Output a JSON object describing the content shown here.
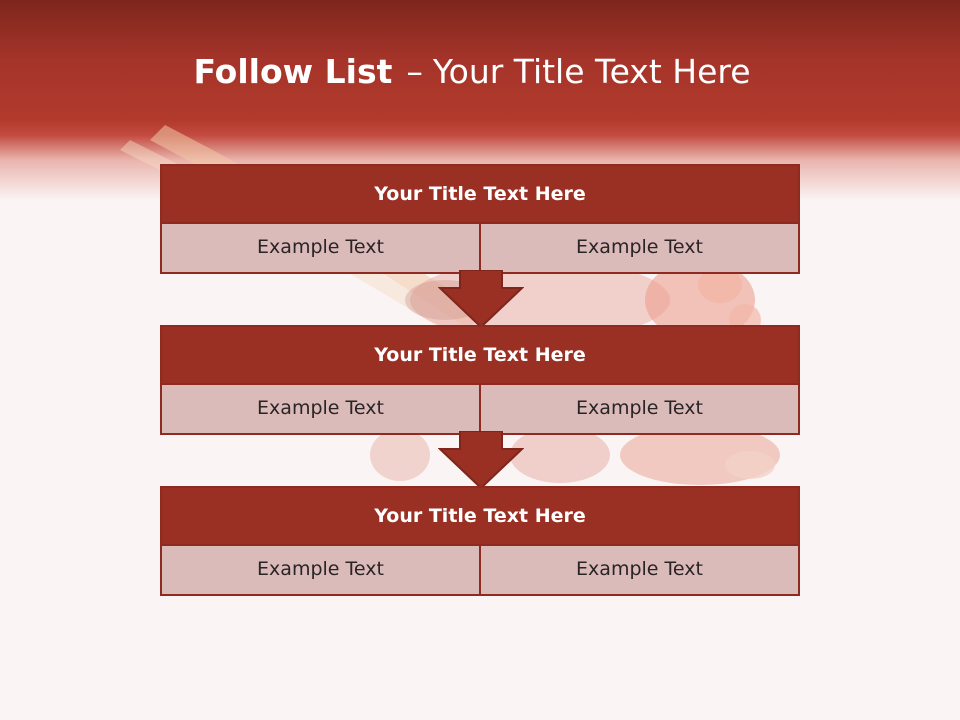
{
  "slide": {
    "title_bold": "Follow List",
    "title_sep": "–",
    "title_rest": "Your Title Text Here"
  },
  "blocks": [
    {
      "title": "Your Title Text Here",
      "left": "Example Text",
      "right": "Example Text"
    },
    {
      "title": "Your Title Text Here",
      "left": "Example Text",
      "right": "Example Text"
    },
    {
      "title": "Your Title Text Here",
      "left": "Example Text",
      "right": "Example Text"
    }
  ],
  "colors": {
    "header_dark": "#7e261c",
    "block_title": "#9a2f23",
    "block_cell": "#dbbbba",
    "arrow": "#9a2f23",
    "background": "#faf4f4"
  }
}
